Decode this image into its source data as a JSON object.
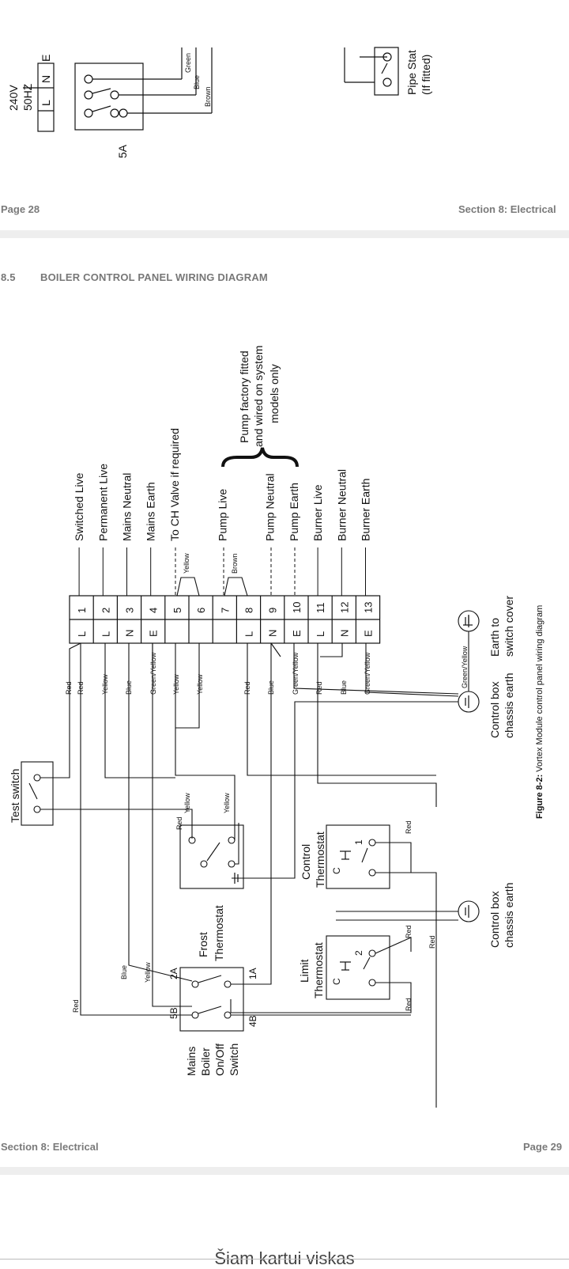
{
  "top_diagram": {
    "supply": [
      "240V",
      "50HZ"
    ],
    "terminals": [
      "L",
      "N",
      "E"
    ],
    "fuse": "5A",
    "wires": [
      "Green",
      "Blue",
      "Brown"
    ],
    "pipe_stat": [
      "Pipe Stat",
      "(If fitted)"
    ]
  },
  "page_footer_top": {
    "left": "Page 28",
    "right": "Section 8: Electrical"
  },
  "section": {
    "number": "8.5",
    "title": "BOILER CONTROL PANEL WIRING DIAGRAM"
  },
  "terminal_block": {
    "numbers": [
      "1",
      "2",
      "3",
      "4",
      "5",
      "6",
      "7",
      "8",
      "9",
      "10",
      "11",
      "12",
      "13"
    ],
    "letters": [
      "L",
      "L",
      "N",
      "E",
      "",
      "",
      "",
      "L",
      "N",
      "E",
      "L",
      "N",
      "E"
    ],
    "labels": [
      "Switched Live",
      "Permanent Live",
      "Mains Neutral",
      "Mains Earth",
      "To CH Valve if required",
      "",
      "Pump Live",
      "",
      "Pump Neutral",
      "Pump Earth",
      "Burner Live",
      "Burner Neutral",
      "Burner Earth"
    ],
    "link_labels": [
      "Yellow",
      "Brown"
    ],
    "pump_note": [
      "Pump factory fitted",
      "and wired on system",
      "models only"
    ],
    "wire_colors": [
      "Red",
      "Red",
      "Yellow",
      "Blue",
      "Green/Yellow",
      "Yellow",
      "Yellow",
      "Red",
      "Blue",
      "Green/Yellow",
      "Red",
      "Blue",
      "Green/Yellow"
    ]
  },
  "components": {
    "test_switch": "Test switch",
    "frost_thermostat": [
      "Frost",
      "Thermostat"
    ],
    "frost_wire_labels": [
      "Red",
      "Yellow",
      "Yellow"
    ],
    "control_thermostat": [
      "Control",
      "Thermostat"
    ],
    "control_terminals": [
      "C",
      "1"
    ],
    "limit_thermostat": [
      "Limit",
      "Thermostat"
    ],
    "limit_terminals": [
      "C",
      "2"
    ],
    "main_switch": [
      "Mains",
      "Boiler",
      "On/Off",
      "Switch"
    ],
    "switch_terminals": [
      "2A",
      "1A",
      "5B",
      "4B"
    ],
    "switch_wire_labels": [
      "Blue",
      "Yellow",
      "Red"
    ],
    "thermostat_wire_labels": [
      "Red",
      "Red",
      "Red",
      "Red"
    ],
    "chassis_earth_1": [
      "Control box",
      "chassis earth"
    ],
    "chassis_earth_2": [
      "Control box",
      "chassis earth"
    ],
    "earth_cover": [
      "Earth to",
      "switch cover"
    ],
    "earth_wire_label": "Green/Yellow"
  },
  "figure_caption": {
    "label": "Figure 8-2:",
    "text": " Vortex Module control panel wiring diagram"
  },
  "page_footer_bottom": {
    "left": "Section 8: Electrical",
    "right": "Page 29"
  },
  "bottom_banner": "Šiam kartui viskas"
}
